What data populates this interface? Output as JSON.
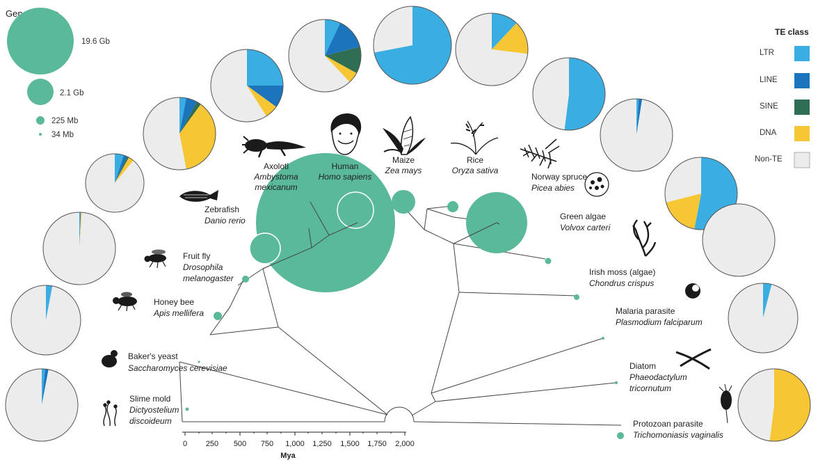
{
  "genome_size_legend": {
    "title": "Genome size",
    "color": "#5ab99a",
    "items": [
      {
        "label": "19.6 Gb"
      },
      {
        "label": "2.1 Gb"
      },
      {
        "label": "225 Mb"
      },
      {
        "label": "34 Mb"
      }
    ]
  },
  "te_legend": {
    "title": "TE class",
    "classes": [
      {
        "key": "LTR",
        "label": "LTR",
        "color": "#3aaee2"
      },
      {
        "key": "LINE",
        "label": "LINE",
        "color": "#1c74bc"
      },
      {
        "key": "SINE",
        "label": "SINE",
        "color": "#2f6e52"
      },
      {
        "key": "DNA",
        "label": "DNA",
        "color": "#f7c634"
      },
      {
        "key": "NonTE",
        "label": "Non-TE",
        "color": "#ebeceb"
      }
    ]
  },
  "axis": {
    "title": "Mya",
    "ticks": [
      "0",
      "250",
      "500",
      "750",
      "1,000",
      "1,250",
      "1,500",
      "1,750",
      "2,000"
    ]
  },
  "species": [
    {
      "id": "slime-mold",
      "name": "Slime mold",
      "latin": [
        "Dictyostelium",
        "discoideum"
      ],
      "icon": "slime-mold-icon"
    },
    {
      "id": "yeast",
      "name": "Baker's yeast",
      "latin": [
        "Saccharomyces cerevisiae"
      ],
      "icon": "yeast-icon"
    },
    {
      "id": "honey-bee",
      "name": "Honey bee",
      "latin": [
        "Apis mellifera"
      ],
      "icon": "honey-bee-icon"
    },
    {
      "id": "fruit-fly",
      "name": "Fruit fly",
      "latin": [
        "Drosophila",
        "melanogaster"
      ],
      "icon": "fruit-fly-icon"
    },
    {
      "id": "zebrafish",
      "name": "Zebrafish",
      "latin": [
        "Danio rerio"
      ],
      "icon": "zebrafish-icon"
    },
    {
      "id": "axolotl",
      "name": "Axolotl",
      "latin": [
        "Ambystoma",
        "mexicanum"
      ],
      "icon": "axolotl-icon"
    },
    {
      "id": "human",
      "name": "Human",
      "latin": [
        "Homo sapiens"
      ],
      "icon": "human-icon"
    },
    {
      "id": "maize",
      "name": "Maize",
      "latin": [
        "Zea mays"
      ],
      "icon": "maize-icon"
    },
    {
      "id": "rice",
      "name": "Rice",
      "latin": [
        "Oryza sativa"
      ],
      "icon": "rice-icon"
    },
    {
      "id": "spruce",
      "name": "Norway spruce",
      "latin": [
        "Picea abies"
      ],
      "icon": "spruce-icon"
    },
    {
      "id": "green-algae",
      "name": "Green algae",
      "latin": [
        "Volvox carteri"
      ],
      "icon": "volvox-icon"
    },
    {
      "id": "irish-moss",
      "name": "Irish moss (algae)",
      "latin": [
        "Chondrus crispus"
      ],
      "icon": "seaweed-icon"
    },
    {
      "id": "malaria",
      "name": "Malaria parasite",
      "latin": [
        "Plasmodium falciparum"
      ],
      "icon": "malaria-parasite-icon"
    },
    {
      "id": "diatom",
      "name": "Diatom",
      "latin": [
        "Phaeodactylum",
        "tricornutum"
      ],
      "icon": "diatom-icon"
    },
    {
      "id": "trichomonas",
      "name": "Protozoan parasite",
      "latin": [
        "Trichomoniasis vaginalis"
      ],
      "icon": "protozoan-icon"
    }
  ],
  "te_composition": [
    {
      "species": "slime-mold",
      "LTR": 0.015,
      "LINE": 0.015,
      "SINE": 0.0,
      "DNA": 0.0,
      "NonTE": 0.97
    },
    {
      "species": "honey-bee",
      "LTR": 0.03,
      "LINE": 0.0,
      "SINE": 0.0,
      "DNA": 0.0,
      "NonTE": 0.97
    },
    {
      "species": "fruit-fly",
      "LTR": 0.004,
      "LINE": 0.003,
      "SINE": 0.0,
      "DNA": 0.004,
      "NonTE": 0.989
    },
    {
      "species": "zebrafish",
      "LTR": 0.05,
      "LINE": 0.02,
      "SINE": 0.01,
      "DNA": 0.03,
      "NonTE": 0.89
    },
    {
      "species": "axolotl",
      "LTR": 0.03,
      "LINE": 0.05,
      "SINE": 0.02,
      "DNA": 0.37,
      "NonTE": 0.53
    },
    {
      "species": "human",
      "LTR": 0.25,
      "LINE": 0.1,
      "SINE": 0.0,
      "DNA": 0.06,
      "NonTE": 0.59
    },
    {
      "species": "maize",
      "LTR": 0.07,
      "LINE": 0.14,
      "SINE": 0.12,
      "DNA": 0.05,
      "NonTE": 0.62
    },
    {
      "species": "rice",
      "LTR": 0.72,
      "LINE": 0.0,
      "SINE": 0.0,
      "DNA": 0.0,
      "NonTE": 0.28
    },
    {
      "species": "spruce",
      "LTR": 0.12,
      "LINE": 0.0,
      "SINE": 0.0,
      "DNA": 0.15,
      "NonTE": 0.73
    },
    {
      "species": "green-algae",
      "LTR": 0.52,
      "LINE": 0.0,
      "SINE": 0.0,
      "DNA": 0.0,
      "NonTE": 0.48
    },
    {
      "species": "irish-moss",
      "LTR": 0.01,
      "LINE": 0.015,
      "SINE": 0.0,
      "DNA": 0.0,
      "NonTE": 0.975
    },
    {
      "species": "malaria",
      "LTR": 0.53,
      "LINE": 0.0,
      "SINE": 0.0,
      "DNA": 0.18,
      "NonTE": 0.29
    },
    {
      "species": "diatom",
      "LTR": 0.0,
      "LINE": 0.0,
      "SINE": 0.0,
      "DNA": 0.0,
      "NonTE": 1.0
    },
    {
      "species": "trichomonas",
      "LTR": 0.04,
      "LINE": 0.0,
      "SINE": 0.0,
      "DNA": 0.0,
      "NonTE": 0.96
    },
    {
      "species": "yeast",
      "LTR": 0.0,
      "LINE": 0.0,
      "SINE": 0.0,
      "DNA": 0.52,
      "NonTE": 0.48
    }
  ]
}
